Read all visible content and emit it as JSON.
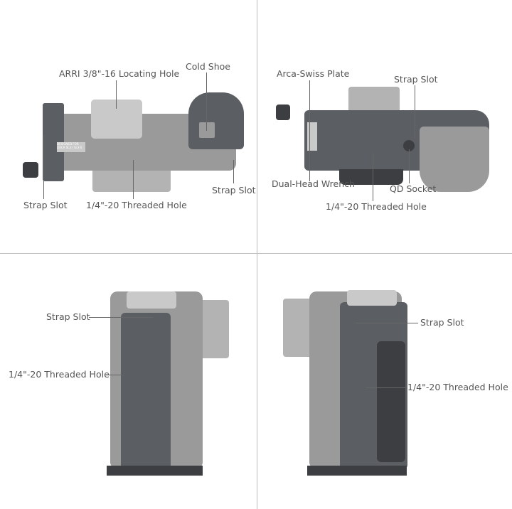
{
  "panels": {
    "top_view": {
      "labels": {
        "arri_hole": "ARRI 3/8\"-16 Locating Hole",
        "cold_shoe": "Cold Shoe",
        "strap_slot_left": "Strap Slot",
        "threaded_hole": "1/4\"-20 Threaded Hole",
        "strap_slot_right": "Strap Slot"
      },
      "engraving": "DESIGNED FOR LEICA SL3 / SL3-S"
    },
    "bottom_view": {
      "labels": {
        "arca_plate": "Arca-Swiss Plate",
        "strap_slot": "Strap Slot",
        "wrench": "Dual-Head Wrench",
        "qd_socket": "QD Socket",
        "threaded_hole": "1/4\"-20 Threaded Hole"
      }
    },
    "left_side_view": {
      "labels": {
        "strap_slot": "Strap Slot",
        "threaded_hole": "1/4\"-20 Threaded Hole"
      }
    },
    "right_side_view": {
      "labels": {
        "strap_slot": "Strap Slot",
        "threaded_hole": "1/4\"-20 Threaded Hole"
      }
    }
  }
}
